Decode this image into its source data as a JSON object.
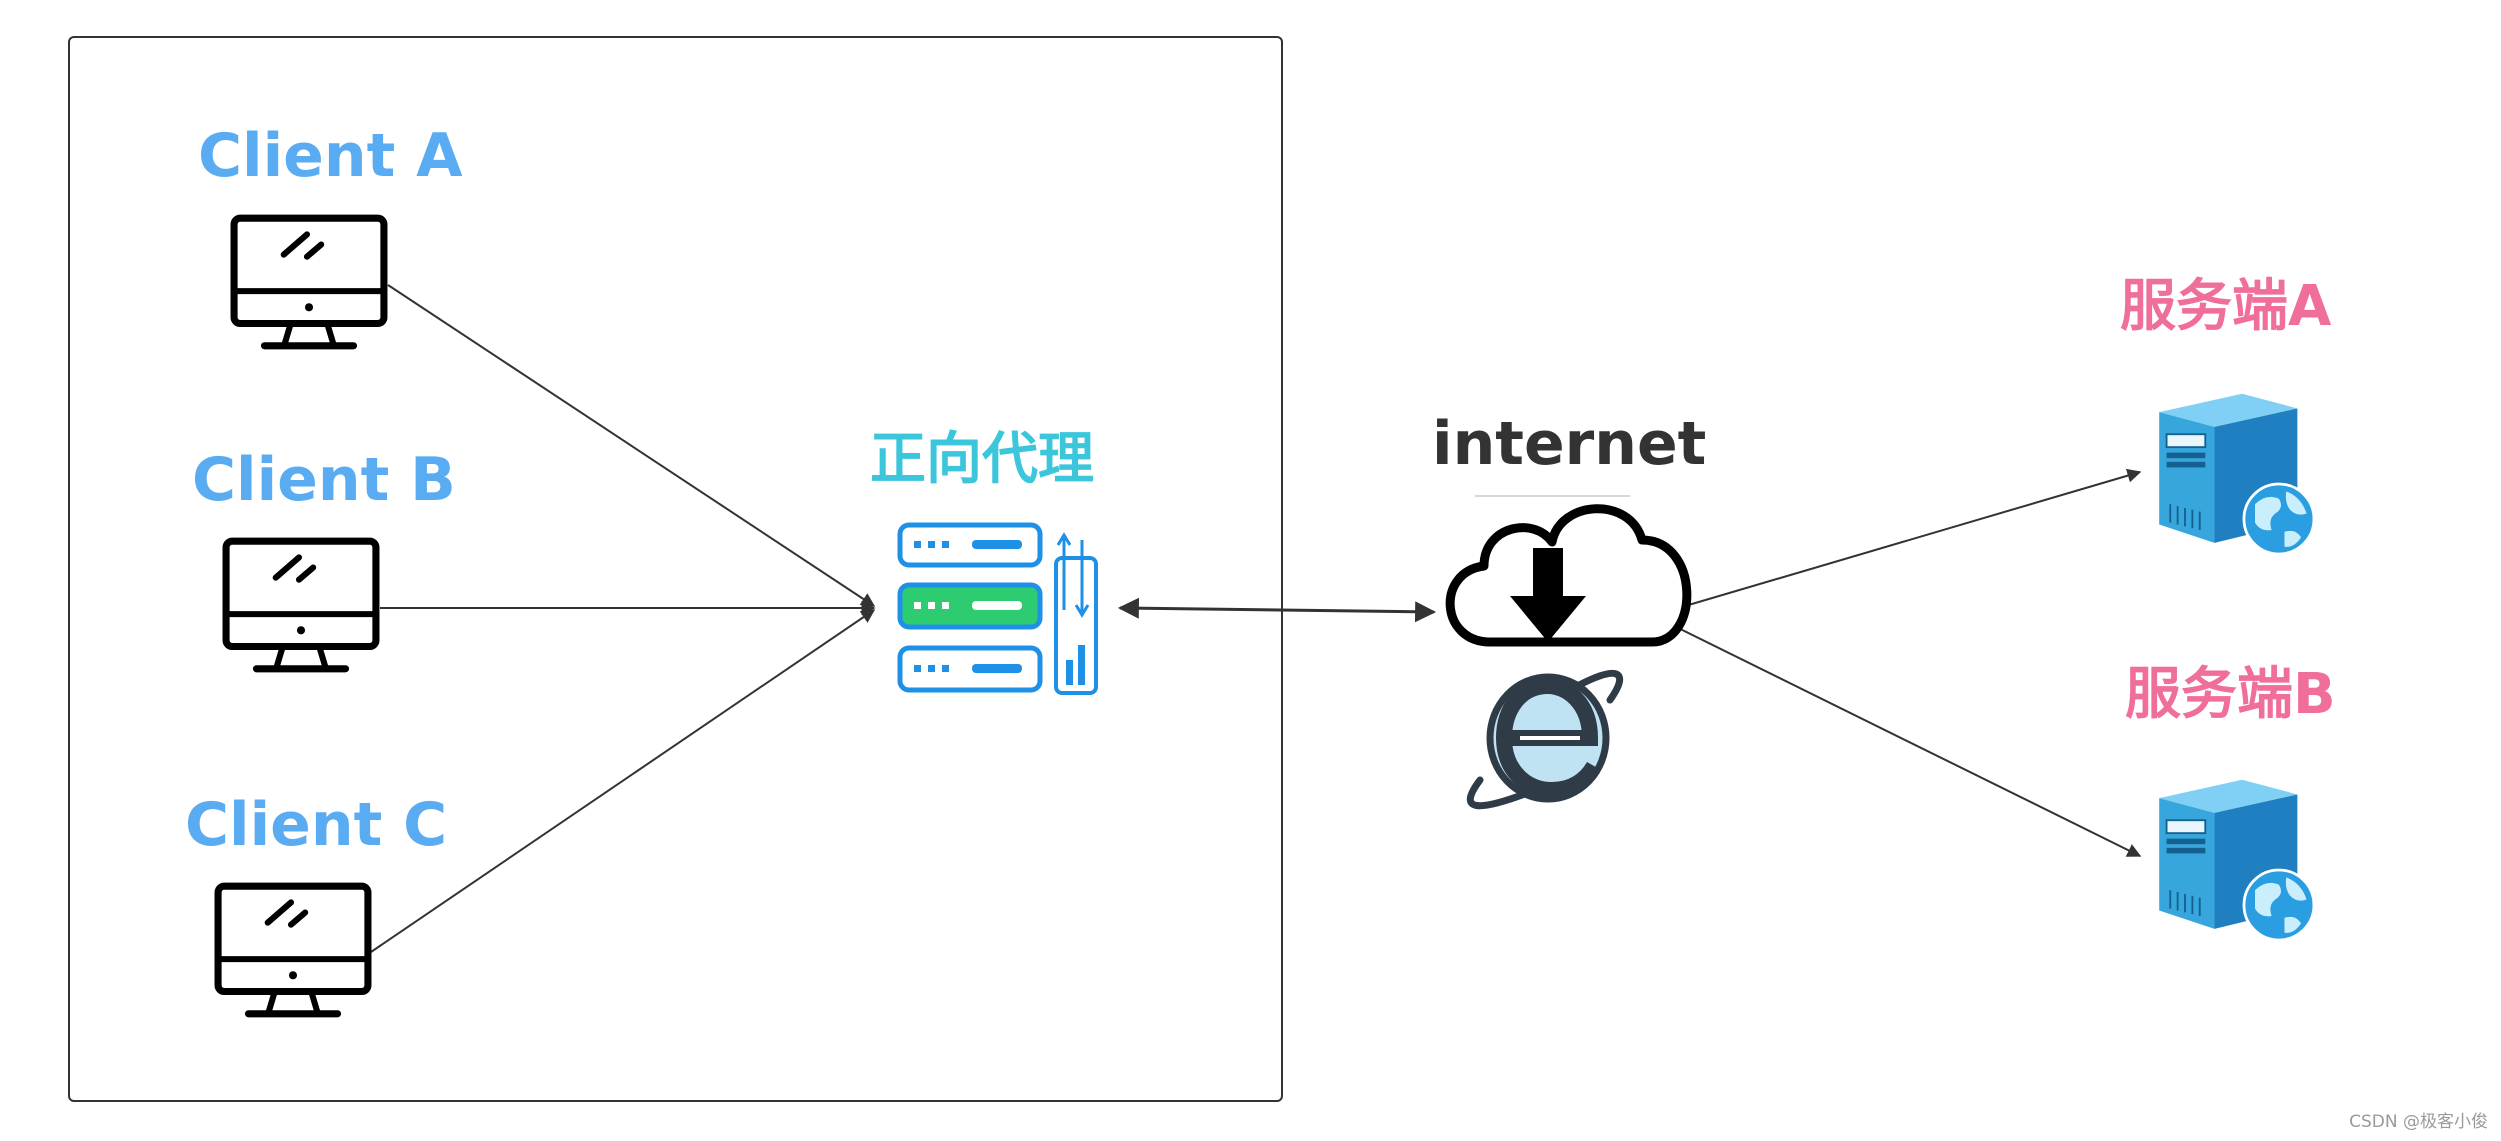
{
  "colors": {
    "client": "#5aacf2",
    "proxy": "#3cc6dc",
    "server": "#f06e9a",
    "internet": "#333333",
    "server_body": "#36a6dc",
    "proxy_icon": "#1e90e6",
    "proxy_icon_accent": "#2ecc71"
  },
  "clients": [
    {
      "label": "Client A"
    },
    {
      "label": "Client B"
    },
    {
      "label": "Client C"
    }
  ],
  "proxy": {
    "label": "正向代理"
  },
  "internet": {
    "label": "internet"
  },
  "servers": [
    {
      "label": "服务端A"
    },
    {
      "label": "服务端B"
    }
  ],
  "watermark": "CSDN @极客小俊"
}
